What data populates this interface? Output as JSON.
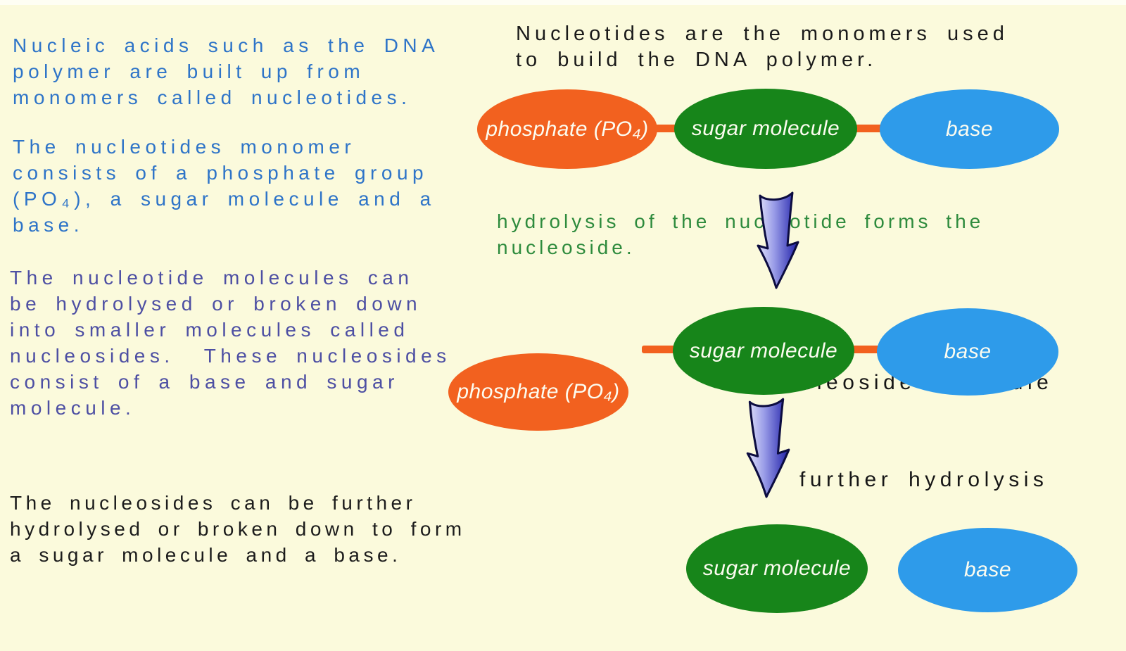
{
  "page": {
    "background_color": "#FBFADC"
  },
  "left_column": {
    "para_intro": {
      "color": "#2E74C8",
      "lines": [
        "Nucleic acids such as the DNA",
        "polymer are built up from",
        "monomers called nucleotides."
      ]
    },
    "para_monomer": {
      "color": "#2E74C8",
      "lines": [
        "The nucleotides monomer",
        "consists of a phosphate group",
        "(PO₄), a sugar molecule and a",
        "base."
      ]
    },
    "para_hydrolysis": {
      "color": "#4D4FA3",
      "lines": [
        "The nucleotide molecules can",
        "be hydrolysed or broken down",
        "into smaller molecules called",
        "nucleosides.  These nucleosides",
        "consist of a base and sugar",
        "molecule."
      ]
    },
    "para_further": {
      "color": "#1C1C1C",
      "lines": [
        "The nucleosides can be further",
        "hydrolysed or broken down to form",
        "a sugar molecule and a base."
      ]
    }
  },
  "diagram": {
    "heading": {
      "color": "#1A1A1A",
      "lines": [
        "Nucleotides are the monomers used",
        "to build the DNA polymer."
      ]
    },
    "hydrolysis_caption": {
      "color": "#2E8B3D",
      "lines": [
        "hydrolysis of the nucleotide forms the",
        "nucleoside."
      ]
    },
    "labels": {
      "phosphate": "phosphate (PO₄)",
      "sugar": "sugar molecule",
      "base": "base",
      "nucleoside_molecule": "nucleoside molecule",
      "further_hydrolysis": "further hydrolysis"
    },
    "colors": {
      "phosphate_fill": "#F2611F",
      "sugar_fill": "#17851A",
      "base_fill": "#2E9BEA",
      "connector": "#F2611F",
      "arrow_gradient_light": "#E3E4FA",
      "arrow_gradient_mid": "#9A9DE8",
      "arrow_gradient_dark": "#1E1EA8",
      "arrow_outline": "#0C0C40"
    }
  }
}
